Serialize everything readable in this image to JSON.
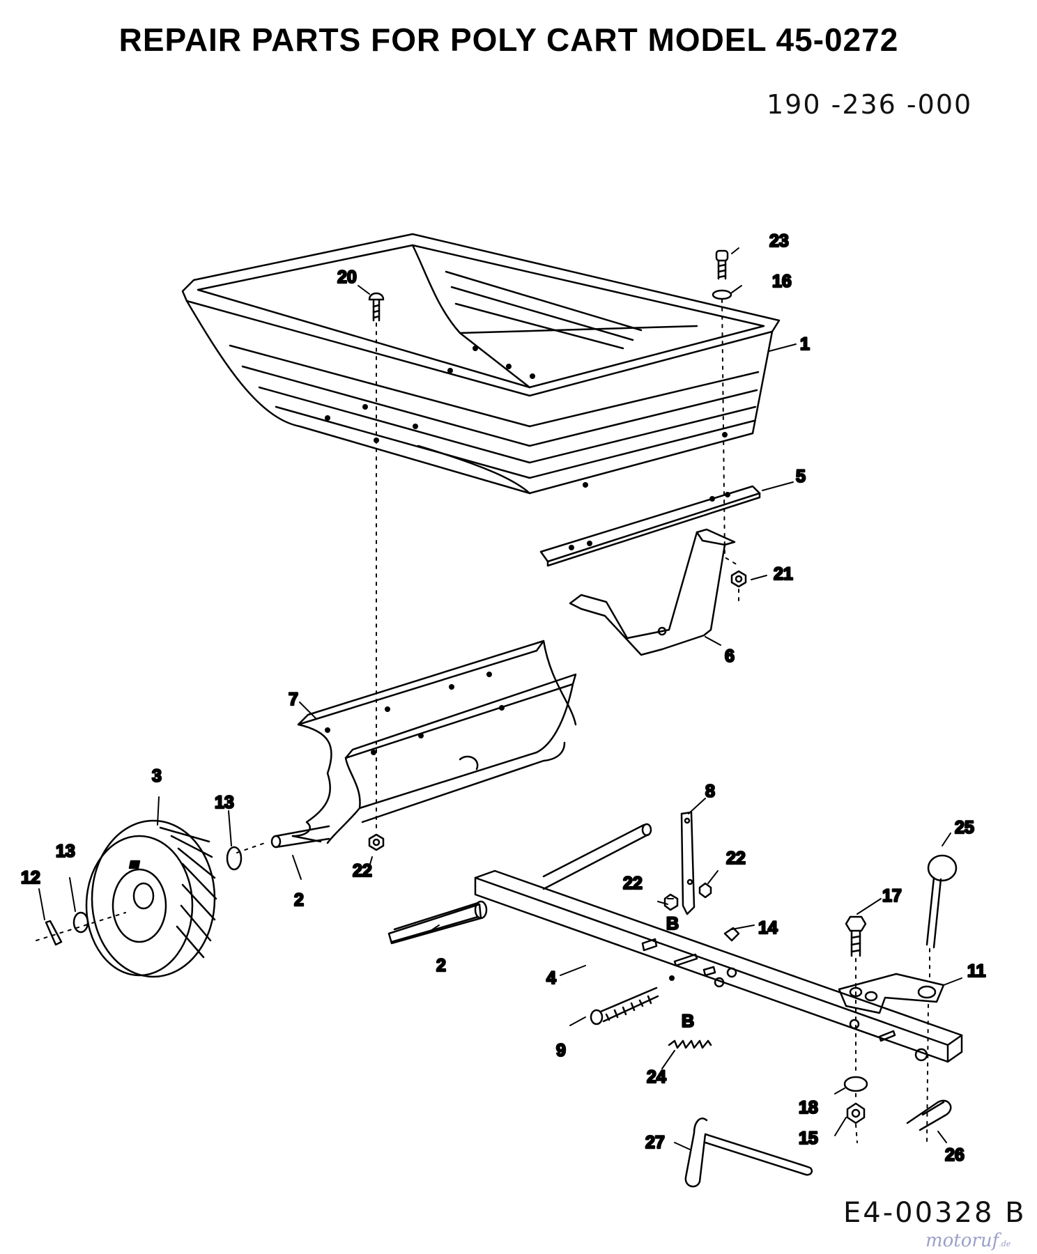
{
  "title": "REPAIR PARTS FOR POLY CART MODEL 45-0272",
  "doc_number": "190 -236 -000",
  "figure_ref": "E4-00328 B",
  "watermark": {
    "main": "motoruf",
    "suffix": ".de"
  },
  "callouts": {
    "p1": "1",
    "p2a": "2",
    "p2b": "2",
    "p3": "3",
    "p4": "4",
    "p5": "5",
    "p6": "6",
    "p7": "7",
    "p8": "8",
    "p9": "9",
    "p11": "11",
    "p12": "12",
    "p13a": "13",
    "p13b": "13",
    "p14": "14",
    "p15": "15",
    "p16": "16",
    "p17": "17",
    "p18": "18",
    "p20": "20",
    "p21": "21",
    "p22a": "22",
    "p22b": "22",
    "p22c": "22",
    "p23": "23",
    "p24": "24",
    "p25": "25",
    "p26": "26",
    "p27": "27",
    "bA": "B",
    "bB": "B"
  }
}
